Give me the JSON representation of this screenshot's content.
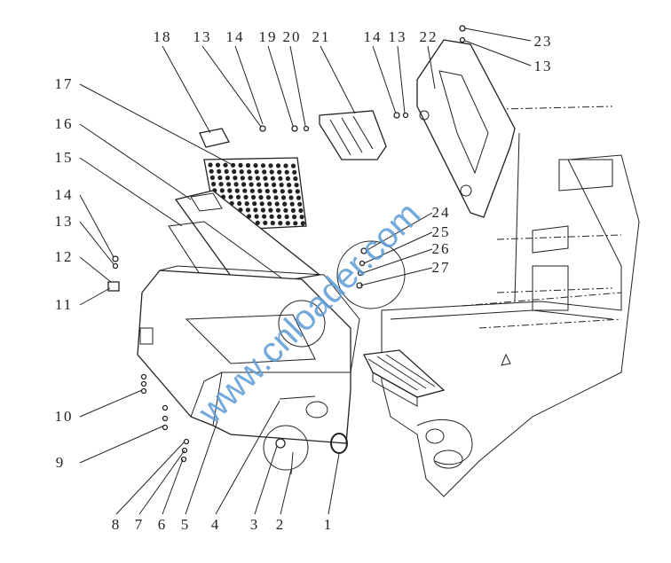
{
  "diagram": {
    "watermark": "www.cnloader.com",
    "callouts": {
      "top": [
        "18",
        "13",
        "14",
        "19",
        "20",
        "21",
        "14",
        "13",
        "22"
      ],
      "top_right": [
        "23",
        "13"
      ],
      "left": [
        "17",
        "16",
        "15",
        "14",
        "13",
        "12",
        "11",
        "10",
        "9"
      ],
      "bottom": [
        "8",
        "7",
        "6",
        "5",
        "4",
        "3",
        "2",
        "1"
      ],
      "detail": [
        "24",
        "25",
        "26",
        "27"
      ]
    }
  }
}
